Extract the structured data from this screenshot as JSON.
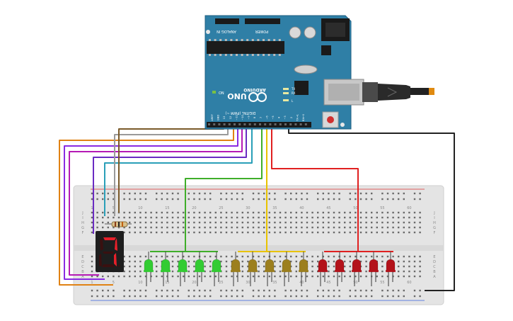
{
  "arduino": {
    "brand": "ARDUINO",
    "model": "UNO",
    "on_label": "ON",
    "tx_label": "TX",
    "rx_label": "RX",
    "l_label": "L",
    "analog_in_label": "ANALOG IN",
    "power_label": "POWER",
    "digital_label": "DIGITAL (PWM ~)",
    "analog_pins": [
      "A0",
      "A1",
      "A2",
      "A3",
      "A4",
      "A5"
    ],
    "power_pins": [
      "IOREF",
      "RESET",
      "3V3",
      "5V",
      "GND",
      "GND",
      "VIN"
    ],
    "digital_pins": [
      "AREF",
      "GND",
      "13",
      "12",
      "~11",
      "~10",
      "~9",
      "8",
      "7",
      "~6",
      "~5",
      "4",
      "~3",
      "2",
      "TX→1",
      "RX←0"
    ]
  },
  "breadboard": {
    "column_numbers": [
      "1",
      "5",
      "10",
      "15",
      "20",
      "25",
      "30",
      "35",
      "40",
      "45",
      "50",
      "55",
      "60"
    ],
    "row_letters_top": [
      "J",
      "I",
      "H",
      "G",
      "F"
    ],
    "row_letters_bottom": [
      "E",
      "D",
      "C",
      "B",
      "A"
    ]
  },
  "seven_segment": {
    "digit": "7",
    "lit_color": "#e8202a",
    "dim_color": "#3a1010"
  },
  "leds": {
    "groups": [
      {
        "name": "green",
        "color": "#33cc33",
        "count": 5
      },
      {
        "name": "yellow",
        "color": "#9c7f1e",
        "count": 5
      },
      {
        "name": "red",
        "color": "#b3121a",
        "count": 5
      }
    ]
  },
  "wire_colors": {
    "orange": "#e08214",
    "purple": "#8a2be2",
    "magenta": "#b51ab5",
    "teal": "#2a9fb8",
    "gray": "#9a9a9a",
    "brown": "#7a5a2a",
    "green": "#3fae2a",
    "yellow": "#e8c300",
    "red": "#e02020",
    "black": "#222222"
  }
}
